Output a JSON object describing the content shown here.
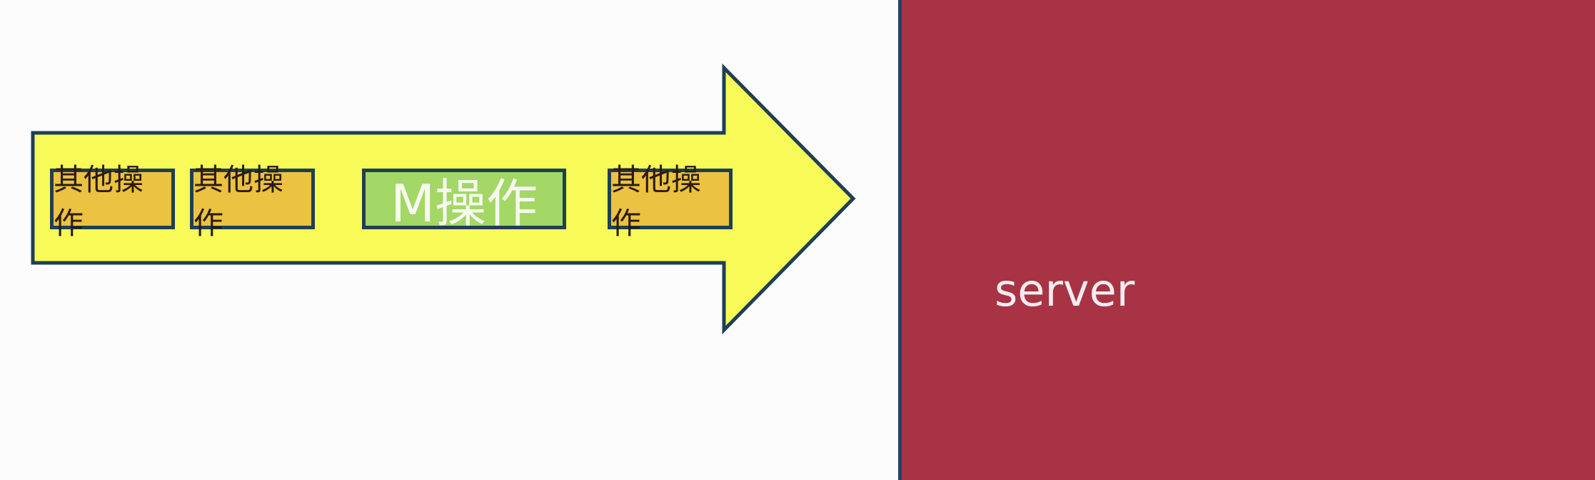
{
  "diagram": {
    "arrow": {
      "fill": "#f8fb57",
      "stroke": "#1f3f55",
      "operations": [
        {
          "label": "其他操作",
          "type": "other",
          "color": "#ebc241"
        },
        {
          "label": "其他操作",
          "type": "other",
          "color": "#ebc241"
        },
        {
          "label": "M操作",
          "type": "highlight",
          "color": "#a3d766"
        },
        {
          "label": "其他操作",
          "type": "other",
          "color": "#ebc241"
        }
      ]
    },
    "server": {
      "label": "server",
      "color": "#a83345"
    }
  }
}
